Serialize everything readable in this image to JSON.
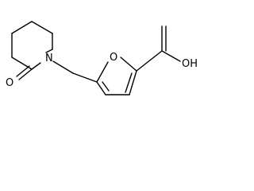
{
  "molecule": {
    "atom_labels": {
      "ketone_oxygen": "O",
      "ring_nitrogen": "N",
      "furan_oxygen": "O",
      "hydroxyl": "OH"
    },
    "colors": {
      "bonds": "#000000",
      "labels": "#000000",
      "background": "#ffffff"
    }
  }
}
